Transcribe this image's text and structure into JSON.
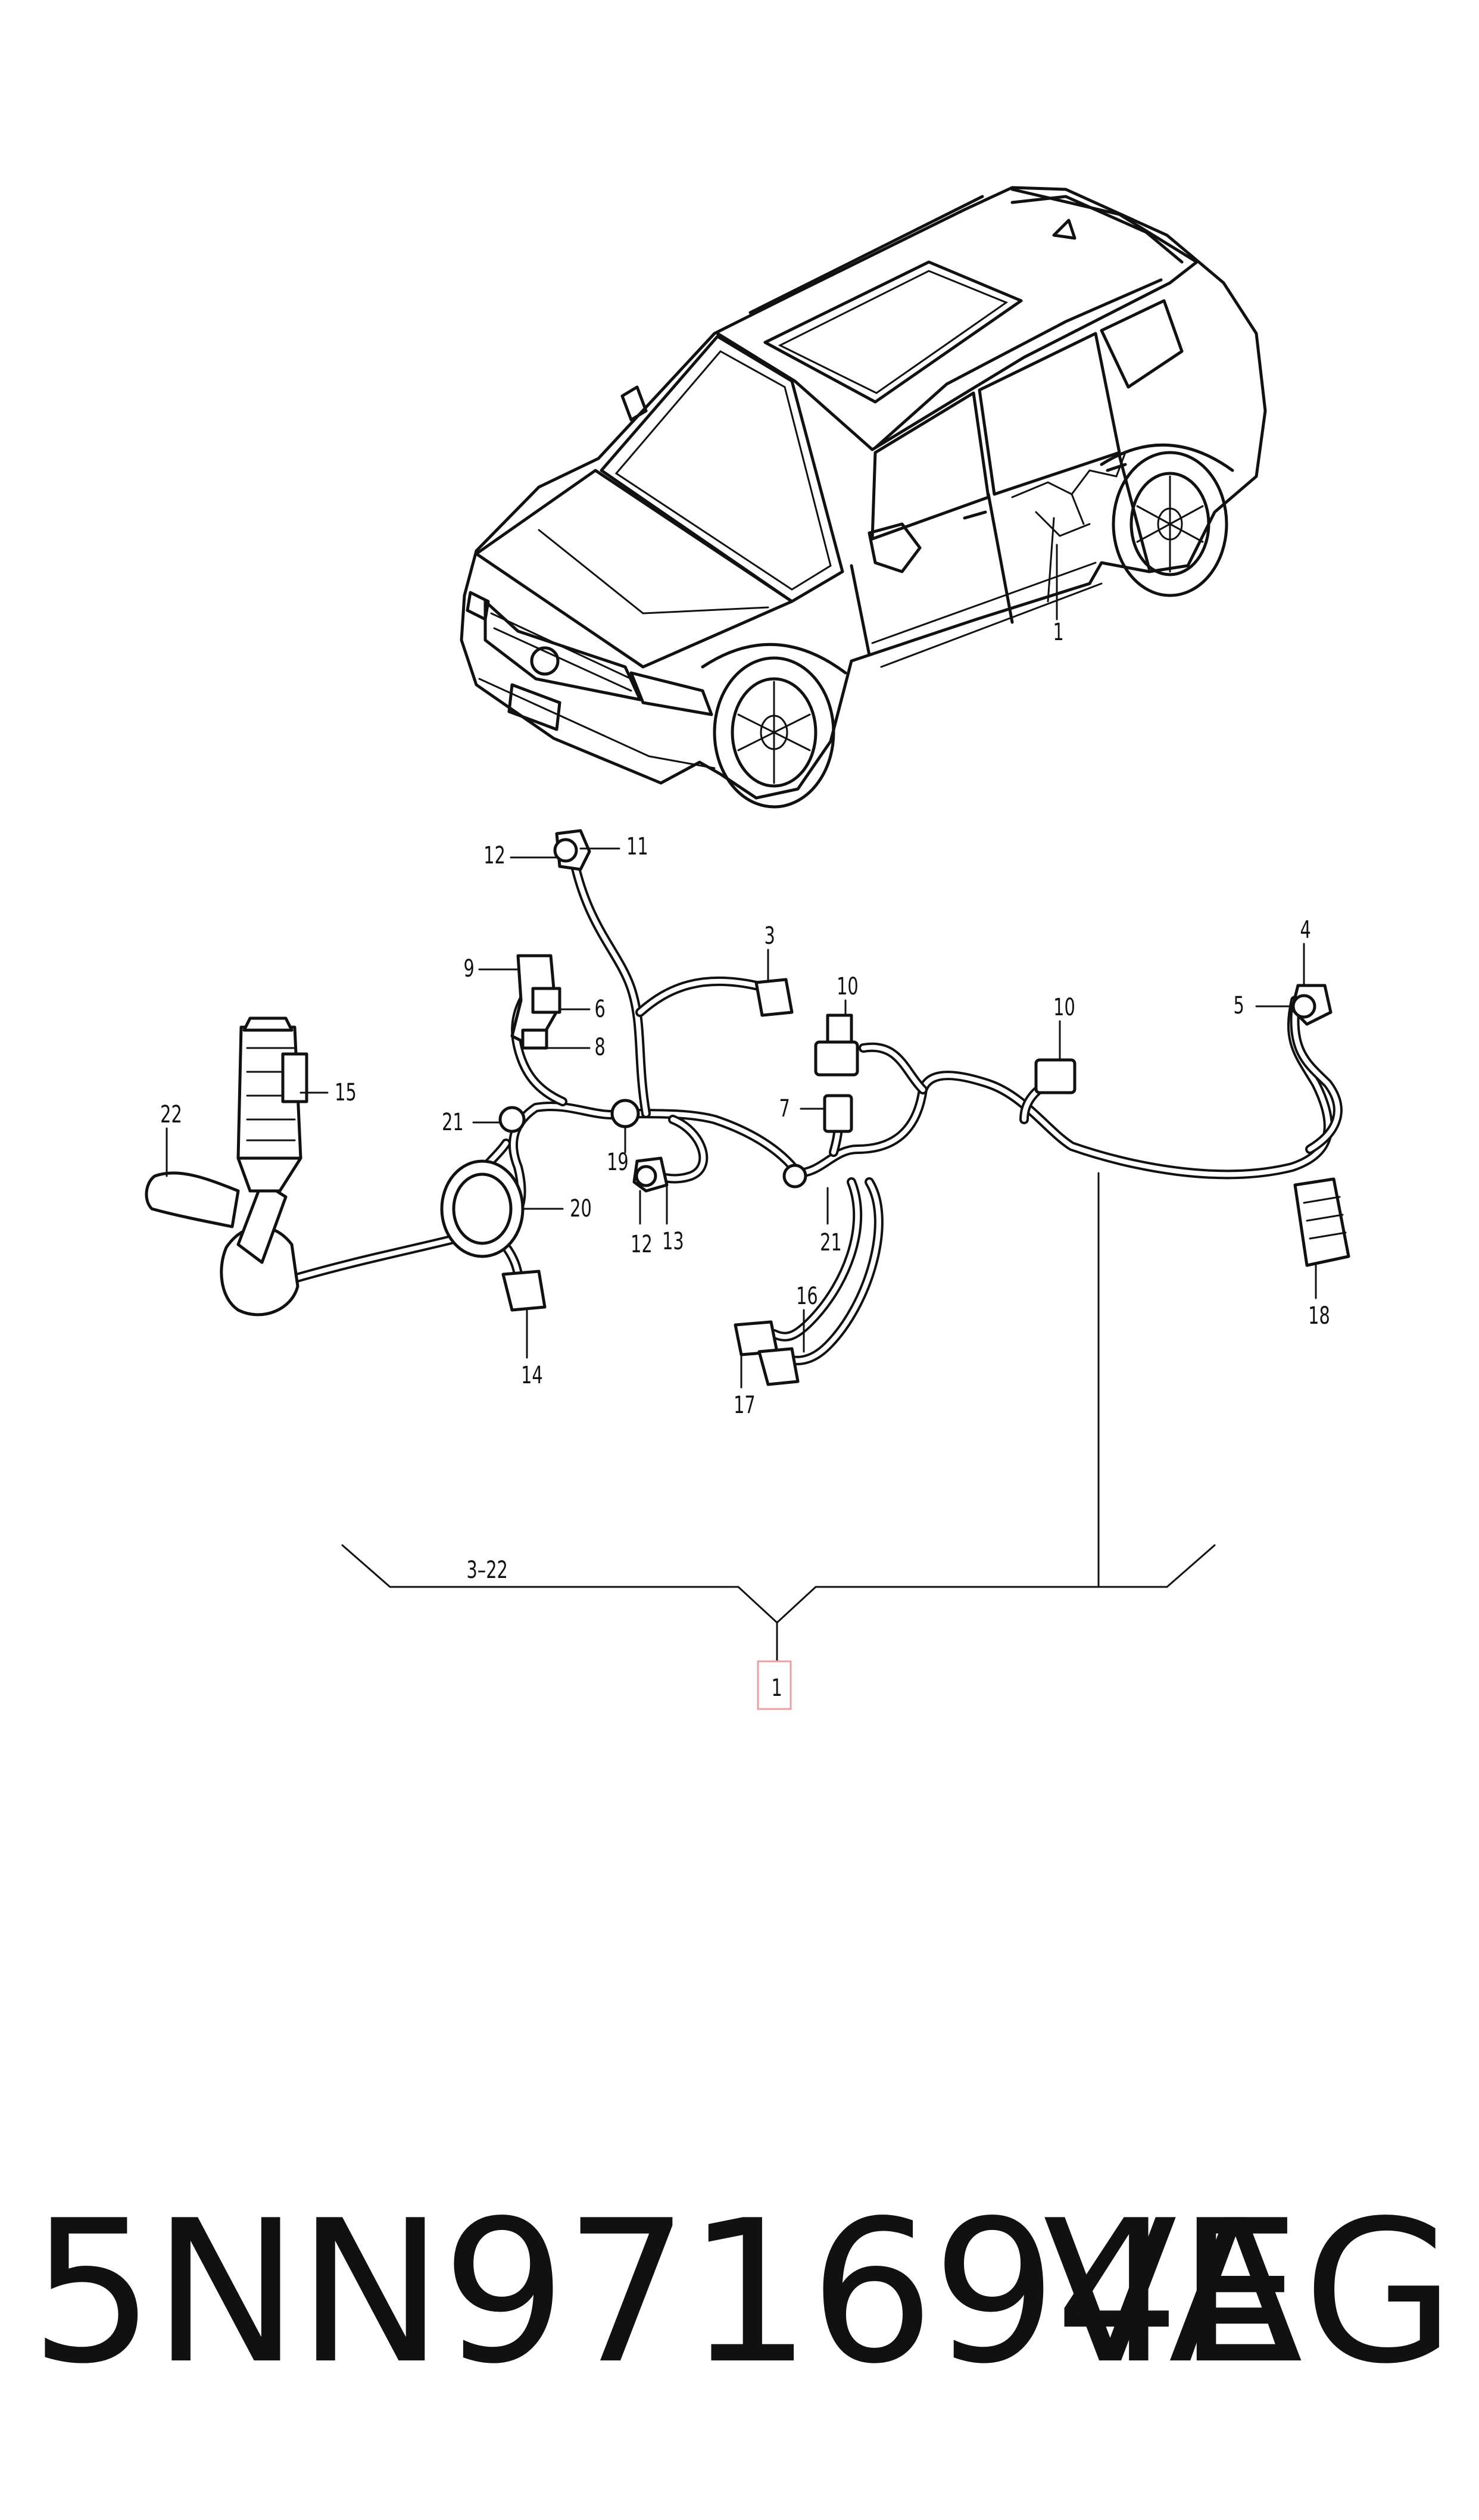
{
  "diagram": {
    "callouts": [
      {
        "id": "car",
        "text": "1"
      },
      {
        "id": "12a",
        "text": "12"
      },
      {
        "id": "11",
        "text": "11"
      },
      {
        "id": "3",
        "text": "3"
      },
      {
        "id": "10a",
        "text": "10"
      },
      {
        "id": "10b",
        "text": "10"
      },
      {
        "id": "4",
        "text": "4"
      },
      {
        "id": "5",
        "text": "5"
      },
      {
        "id": "9",
        "text": "9"
      },
      {
        "id": "6",
        "text": "6"
      },
      {
        "id": "8",
        "text": "8"
      },
      {
        "id": "15",
        "text": "15"
      },
      {
        "id": "22",
        "text": "22"
      },
      {
        "id": "21a",
        "text": "21"
      },
      {
        "id": "7",
        "text": "7"
      },
      {
        "id": "19",
        "text": "19"
      },
      {
        "id": "20",
        "text": "20"
      },
      {
        "id": "12b",
        "text": "12"
      },
      {
        "id": "13",
        "text": "13"
      },
      {
        "id": "21b",
        "text": "21"
      },
      {
        "id": "14",
        "text": "14"
      },
      {
        "id": "16",
        "text": "16"
      },
      {
        "id": "17",
        "text": "17"
      },
      {
        "id": "18",
        "text": "18"
      },
      {
        "id": "range",
        "text": "3–22"
      },
      {
        "id": "boxed",
        "text": "1"
      }
    ]
  },
  "footer": {
    "part_number": "5NN971694E",
    "brand": "VAG"
  },
  "colors": {
    "ink": "#111111",
    "highlight_box": "#e8a0a0"
  }
}
